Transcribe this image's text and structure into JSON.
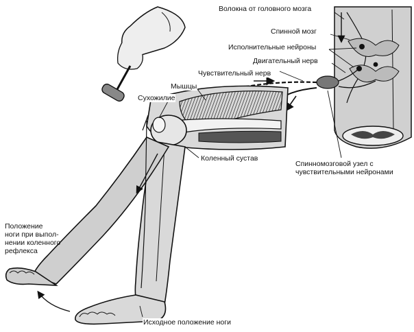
{
  "labels": {
    "brain_fibers": "Волокна от головного мозга",
    "spinal_cord": "Спинной мозг",
    "motor_neurons": "Исполнительные нейроны",
    "motor_nerve": "Двигательный нерв",
    "sensory_nerve": "Чувствительный нерв",
    "muscles": "Мышцы",
    "tendon": "Сухожилие",
    "knee_joint": "Коленный сустав",
    "ganglion_line1": "Спинномозговой узел с",
    "ganglion_line2": "чувствительными нейронами",
    "reflex_pos_line1": "Положение",
    "reflex_pos_line2": "ноги при выпол-",
    "reflex_pos_line3": "нении коленного",
    "reflex_pos_line4": "рефлекса",
    "initial_pos": "Исходное  положение ноги"
  },
  "colors": {
    "ink": "#111111",
    "skin_fill": "#d9d9d9",
    "muscle_fill": "#5a5a5a",
    "bone_fill": "#f2f2f2"
  }
}
